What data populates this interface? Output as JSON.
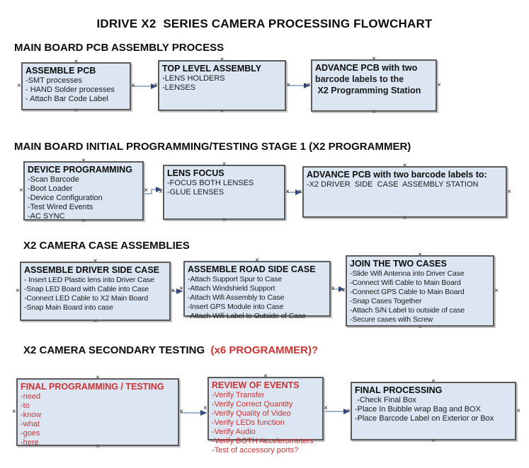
{
  "title": "IDRIVE X2  SERIES CAMERA PROCESSING FLOWCHART",
  "glyphs": {
    "connection_marker": "×"
  },
  "colors": {
    "box_fill": "#dce6f2",
    "box_border": "#5b5b5b",
    "connector_line": "#9fb3cc",
    "connector_arrowhead": "#33477a",
    "red_text": "#cc3333",
    "text": "#111111"
  },
  "sections": [
    {
      "header": "MAIN BOARD PCB ASSEMBLY PROCESS",
      "boxes": [
        {
          "title": "ASSEMBLE PCB",
          "items": [
            "-SMT processes",
            "- HAND Solder processes",
            "- Attach Bar Code Label"
          ]
        },
        {
          "title": "TOP LEVEL ASSEMBLY",
          "items": [
            "-LENS HOLDERS",
            "-LENSES"
          ]
        },
        {
          "title": "ADVANCE PCB with two",
          "items": [
            "barcode labels to the",
            " X2 Programming Station"
          ]
        }
      ]
    },
    {
      "header": "MAIN BOARD INITIAL PROGRAMMING/TESTING STAGE 1 (X2 PROGRAMMER)",
      "boxes": [
        {
          "title": "DEVICE PROGRAMMING",
          "items": [
            "-Scan Barcode",
            "-Boot Loader",
            "-Device Configuration",
            "-Test Wired Events",
            "-AC SYNC"
          ]
        },
        {
          "title": "LENS FOCUS",
          "items": [
            "-FOCUS BOTH LENSES",
            "-GLUE LENSES"
          ]
        },
        {
          "title": "ADVANCE PCB with two barcode labels to:",
          "items": [
            "-X2 DRIVER  SIDE  CASE  ASSEMBLY STATION"
          ]
        }
      ]
    },
    {
      "header": "X2 CAMERA CASE ASSEMBLIES",
      "boxes": [
        {
          "title": "ASSEMBLE DRIVER SIDE CASE",
          "items": [
            "- Insert LED Plastic lens into Driver Case",
            "-Snap LED Board with Cable into Case",
            "-Connect LED Cable to X2 Main Board",
            "-Snap Main Board into case"
          ]
        },
        {
          "title": "ASSEMBLE ROAD SIDE CASE",
          "items": [
            "-Attach Support Spur to Case",
            "-Attach Windshield Support",
            "-Attach Wifi Assembly to Case",
            "-Insert GPS Module into Case",
            "-Attach Wifi Label to Outside of Case"
          ]
        },
        {
          "title": "JOIN THE TWO CASES",
          "items": [
            "-Slide Wifi Antenna into Driver Case",
            "-Connect Wifi Cable to Main Board",
            "-Connect GPS Cable to Main Board",
            "-Snap Cases Together",
            "-Attach S/N Label to outside of case",
            "-Secure cases with Screw"
          ]
        }
      ]
    },
    {
      "header": "X2 CAMERA SECONDARY TESTING",
      "header_red": "  (x6 PROGRAMMER)?",
      "boxes": [
        {
          "title": "FINAL PROGRAMMING / TESTING",
          "items": [
            "-need",
            "-to",
            "-know",
            "-what",
            "-goes",
            "-here"
          ]
        },
        {
          "title": "REVIEW OF EVENTS",
          "items": [
            "-Verify Transfer",
            "-Verify Correct Quantity",
            "-Verify Quality of Video",
            "-Verify LEDs function",
            "-Verify Audio",
            "-Verify BOTH Accelerometers",
            "-Test of accessory ports?"
          ]
        },
        {
          "title": "FINAL PROCESSING",
          "items": [
            " -Check Final Box",
            "-Place In Bubble wrap Bag and BOX",
            "-Place Barcode Label on Exterior or Box"
          ]
        }
      ]
    }
  ]
}
